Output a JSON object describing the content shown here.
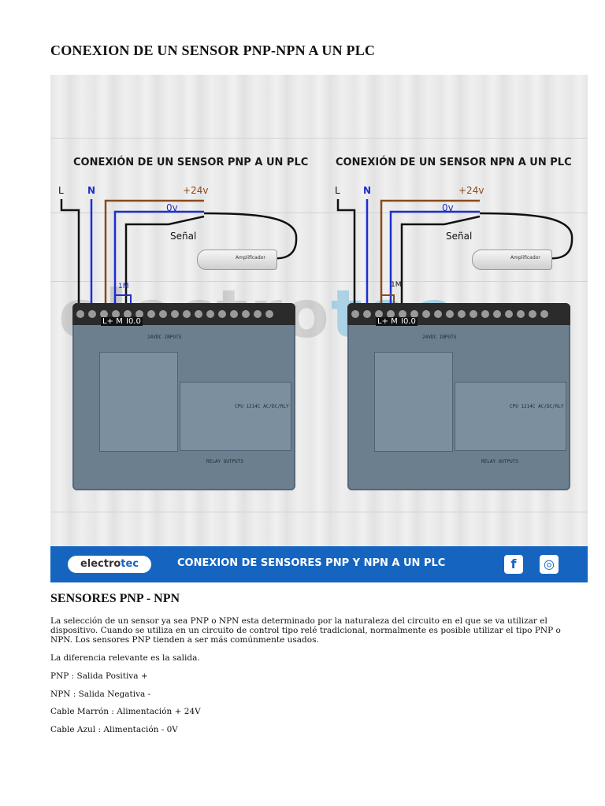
{
  "document": {
    "title": "CONEXION DE UN SENSOR PNP-NPN A UN PLC",
    "figure": {
      "left_heading": "CONEXIÓN DE UN SENSOR PNP A UN PLC",
      "right_heading": "CONEXIÓN DE UN SENSOR NPN A UN PLC",
      "wire_labels": {
        "l": "L",
        "n": "N",
        "plus24": "+24v",
        "zero": "0v",
        "signal": "Señal",
        "common": "1M"
      },
      "terminal_labels": {
        "lm": "L+ M",
        "i00": "I0.0"
      },
      "sensor_text": "Amplificador",
      "plc_model": "CPU 1214C AC/DC/RLY",
      "plc_inputs": "24VDC INPUTS",
      "plc_outputs": "RELAY OUTPUTS",
      "watermark": {
        "part1": "electro",
        "part2": "tec"
      },
      "banner": {
        "logo_part1": "electro",
        "logo_part2": "tec",
        "text": "CONEXION DE SENSORES PNP Y NPN A UN PLC",
        "facebook_icon": "f",
        "instagram_icon": "◎"
      },
      "colors": {
        "brown": "#8a4a1c",
        "blue": "#1d2fd0",
        "black": "#111111",
        "banner": "#1565c0"
      }
    },
    "section_heading": "SENSORES PNP - NPN",
    "paragraphs": [
      "La selección de un sensor ya sea PNP o NPN esta determinado por la naturaleza del circuito en el que se va utilizar el dispositivo. Cuando se utiliza en un circuito de control tipo relé tradicional, normalmente es posible utilizar el tipo PNP o NPN. Los sensores PNP tienden a ser más comúnmente usados.",
      "La diferencia relevante es la salida.",
      "PNP : Salida Positiva +",
      "NPN : Salida Negativa -",
      "Cable Marrón : Alimentación + 24V",
      "Cable Azul : Alimentación - 0V"
    ]
  }
}
